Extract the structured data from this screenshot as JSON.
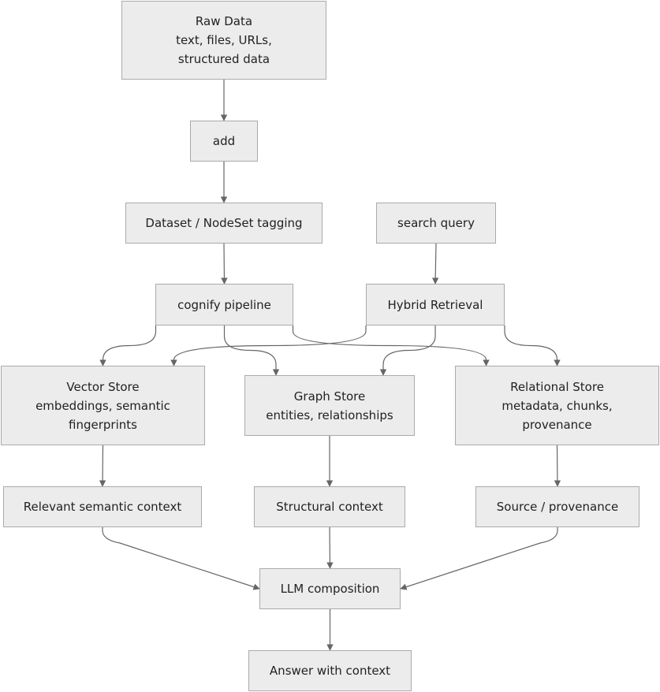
{
  "diagram": {
    "colors": {
      "node_fill": "#ececec",
      "node_border": "#aaaaaa",
      "edge": "#666666",
      "text": "#222222"
    },
    "nodes": {
      "raw_data": [
        "Raw Data",
        "text, files, URLs,",
        "structured data"
      ],
      "add": [
        "add"
      ],
      "dataset_tagging": [
        "Dataset / NodeSet tagging"
      ],
      "search_query": [
        "search query"
      ],
      "cognify_pipeline": [
        "cognify pipeline"
      ],
      "hybrid_retrieval": [
        "Hybrid Retrieval"
      ],
      "vector_store": [
        "Vector Store",
        "embeddings, semantic",
        "fingerprints"
      ],
      "graph_store": [
        "Graph Store",
        "entities, relationships"
      ],
      "relational_store": [
        "Relational Store",
        "metadata, chunks,",
        "provenance"
      ],
      "semantic_context": [
        "Relevant semantic context"
      ],
      "structural_context": [
        "Structural context"
      ],
      "provenance_context": [
        "Source / provenance"
      ],
      "llm_composition": [
        "LLM composition"
      ],
      "answer": [
        "Answer with context"
      ]
    },
    "edges": [
      [
        "raw_data",
        "add"
      ],
      [
        "add",
        "dataset_tagging"
      ],
      [
        "dataset_tagging",
        "cognify_pipeline"
      ],
      [
        "search_query",
        "hybrid_retrieval"
      ],
      [
        "cognify_pipeline",
        "vector_store"
      ],
      [
        "cognify_pipeline",
        "graph_store"
      ],
      [
        "cognify_pipeline",
        "relational_store"
      ],
      [
        "hybrid_retrieval",
        "vector_store"
      ],
      [
        "hybrid_retrieval",
        "graph_store"
      ],
      [
        "hybrid_retrieval",
        "relational_store"
      ],
      [
        "vector_store",
        "semantic_context"
      ],
      [
        "graph_store",
        "structural_context"
      ],
      [
        "relational_store",
        "provenance_context"
      ],
      [
        "semantic_context",
        "llm_composition"
      ],
      [
        "structural_context",
        "llm_composition"
      ],
      [
        "provenance_context",
        "llm_composition"
      ],
      [
        "llm_composition",
        "answer"
      ]
    ]
  }
}
